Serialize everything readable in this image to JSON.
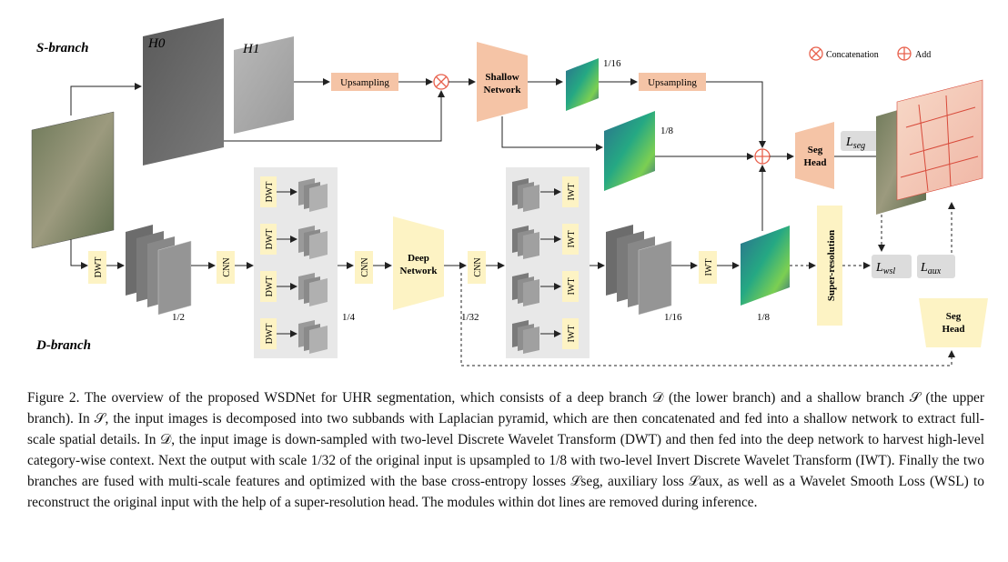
{
  "branches": {
    "s_branch": "S-branch",
    "d_branch": "D-branch"
  },
  "legend": {
    "concat": "Concatenation",
    "add": "Add"
  },
  "subbands": {
    "h0": "H0",
    "h1": "H1"
  },
  "modules": {
    "upsampling": "Upsampling",
    "shallow_line1": "Shallow",
    "shallow_line2": "Network",
    "deep_line1": "Deep",
    "deep_line2": "Network",
    "seg_line1": "Seg",
    "seg_line2": "Head",
    "dwt": "DWT",
    "iwt": "IWT",
    "cnn": "CNN",
    "super_resolution": "Super-resolution"
  },
  "scales": {
    "s16": "1/16",
    "s8": "1/8",
    "s2": "1/2",
    "s4": "1/4",
    "s32": "1/32"
  },
  "losses": {
    "seg_main": "L",
    "seg_sub": "seg",
    "wsl_main": "L",
    "wsl_sub": "wsl",
    "aux_main": "L",
    "aux_sub": "aux"
  },
  "caption": "Figure 2.  The overview of the proposed WSDNet for UHR segmentation, which consists of a deep branch 𝒟 (the lower branch) and a shallow branch 𝒮 (the upper branch). In 𝒮, the input images is decomposed into two subbands with Laplacian pyramid, which are then concatenated and fed into a shallow network to extract full-scale spatial details. In 𝒟, the input image is down-sampled with two-level Discrete Wavelet Transform (DWT) and then fed into the deep network to harvest high-level category-wise context. Next the output with scale 1/32 of the original input is upsampled to 1/8 with two-level Invert Discrete Wavelet Transform (IWT). Finally the two branches are fused with multi-scale features and optimized with the base cross-entropy losses ℒseg, auxiliary loss ℒaux, as well as a Wavelet Smooth Loss (WSL) to reconstruct the original input with the help of a super-resolution head. The modules within dot lines are removed during inference.",
  "colors": {
    "salmon": "#f5c4a6",
    "cream": "#fdf3c4",
    "panel": "#e8e8e8",
    "loss_bg": "#dcdcdc",
    "circle": "#e8604c"
  }
}
